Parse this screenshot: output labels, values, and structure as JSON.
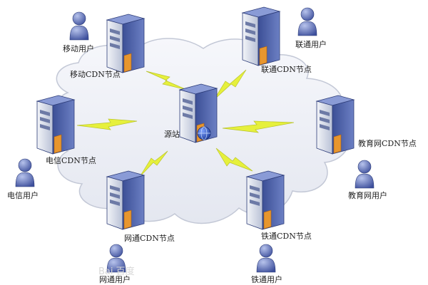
{
  "nodes": {
    "mobile": {
      "label": "移动CDN节点"
    },
    "unicom": {
      "label": "联通CDN节点"
    },
    "telecom": {
      "label": "电信CDN节点"
    },
    "education": {
      "label": "教育网CDN节点"
    },
    "netcom": {
      "label": "网通CDN节点"
    },
    "railcom": {
      "label": "铁通CDN节点"
    },
    "origin": {
      "label": "源站"
    }
  },
  "users": {
    "mobile": {
      "label": "移动用户"
    },
    "unicom": {
      "label": "联通用户"
    },
    "telecom": {
      "label": "电信用户"
    },
    "education": {
      "label": "教育网用户"
    },
    "netcom": {
      "label": "网通用户"
    },
    "railcom": {
      "label": "铁通用户"
    }
  },
  "watermark": {
    "text": "Bai 百度"
  },
  "colors": {
    "cloud_fill": "#eef0f6",
    "cloud_stroke": "#c8ccd8",
    "server_body": "#5a6fb5",
    "server_front": "#d9dee9",
    "server_drive": "#e8962e",
    "bolt": "#e6f03c",
    "user_fill": "#5d6fb8"
  },
  "icons": [
    "server-icon",
    "user-icon",
    "lightning-link-icon",
    "globe-icon",
    "cloud-icon"
  ]
}
